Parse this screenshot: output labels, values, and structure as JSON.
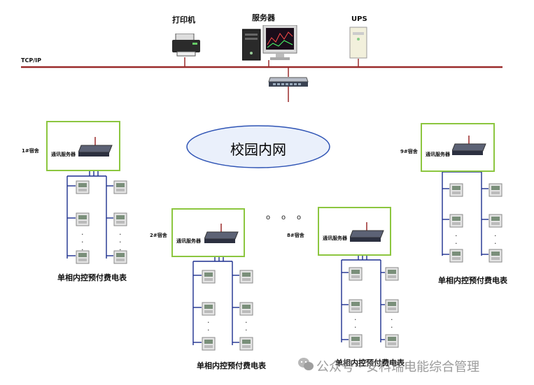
{
  "network": {
    "protocol_label": "TCP/IP",
    "printer_label": "打印机",
    "server_label": "服务器",
    "ups_label": "UPS",
    "campus_label": "校园内网"
  },
  "dorms": [
    {
      "label": "1#宿舍",
      "hub_label": "通讯服务器",
      "meters_caption": "单相内控预付费电表"
    },
    {
      "label": "2#宿舍",
      "hub_label": "通讯服务器",
      "meters_caption": "单相内控预付费电表"
    },
    {
      "label": "8#宿舍",
      "hub_label": "通讯服务器",
      "meters_caption": "单相内控预付费电表"
    },
    {
      "label": "9#宿舍",
      "hub_label": "通讯服务器",
      "meters_caption": "单相内控预付费电表"
    }
  ],
  "ellipsis_dots": "o     o     o",
  "vertical_dots": "·\n·\n·",
  "watermark": "公众号 · 安科瑞电能综合管理",
  "colors": {
    "bus": "#9b2b2b",
    "wire": "#1c2f8f",
    "box_border": "#8cc63f",
    "ellipse": "#2f54b5"
  }
}
